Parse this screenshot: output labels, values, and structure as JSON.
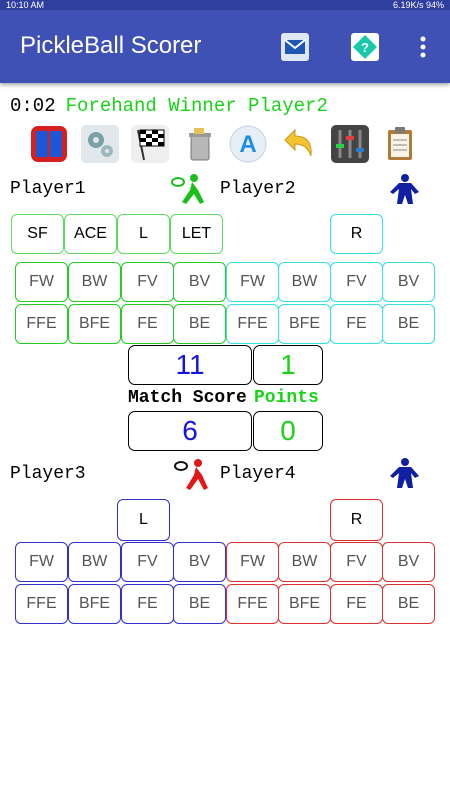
{
  "status_bar": {
    "time": "10:10 AM",
    "right": "6.19K/s  94%"
  },
  "app": {
    "title": "PickleBall Scorer"
  },
  "status": {
    "clock": "0:02",
    "message": "Forehand Winner Player2"
  },
  "players": {
    "p1": "Player1",
    "p2": "Player2",
    "p3": "Player3",
    "p4": "Player4"
  },
  "top_special": [
    "SF",
    "ACE",
    "L",
    "LET"
  ],
  "top_right": "R",
  "shot_row": [
    "FW",
    "BW",
    "FV",
    "BV"
  ],
  "error_row": [
    "FFE",
    "BFE",
    "FE",
    "BE"
  ],
  "scores": {
    "team1_points": "11",
    "team2_points": "1",
    "team1_match": "6",
    "team2_match": "0",
    "match_label": "Match Score",
    "points_label": "Points"
  },
  "bottom": {
    "left": "L",
    "right": "R"
  },
  "colors": {
    "appbar": "#3f51b5",
    "status_msg": "#17d417",
    "team1": "#1414e6",
    "team2": "#17d417"
  }
}
